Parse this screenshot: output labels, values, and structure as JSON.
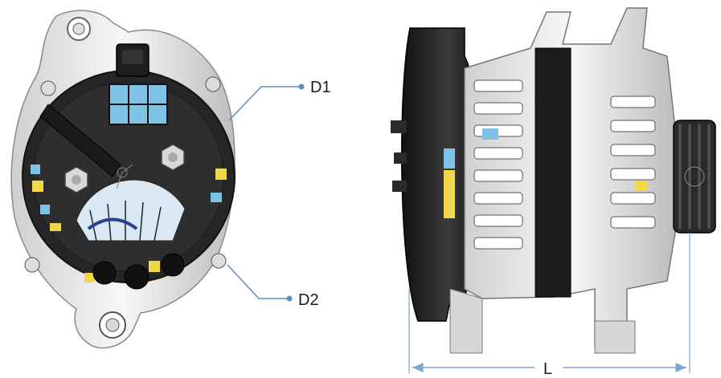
{
  "labels": {
    "d1": "D1",
    "d2": "D2",
    "length": "L"
  },
  "colors": {
    "callout_line": "#5a8fc0",
    "dimension_line": "#7aa6d0",
    "housing_dark": "#262626",
    "housing_light": "#eeeeee",
    "accent_blue": "#7ec3e6",
    "accent_yellow": "#f1d84a"
  }
}
